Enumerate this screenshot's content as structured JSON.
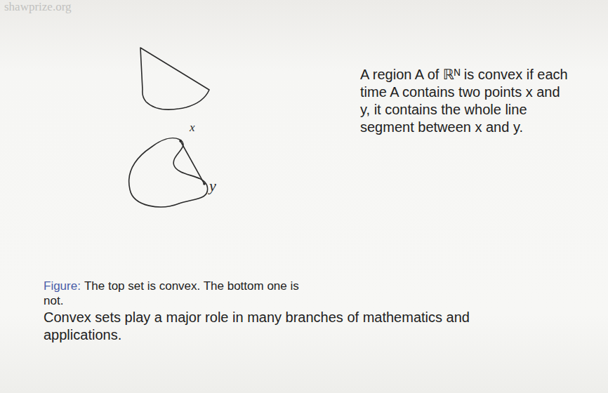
{
  "diagram": {
    "labels": [
      "shawprize.org",
      "x",
      "y",
      "A region A of ℝᴺ is convex if each time A contains two points x and y, it contains the whole line segment between x and y.",
      "Figure:",
      "The top set is convex. The bottom one is not.",
      "Convex sets play a major role in many branches of mathematics and applications."
    ]
  }
}
